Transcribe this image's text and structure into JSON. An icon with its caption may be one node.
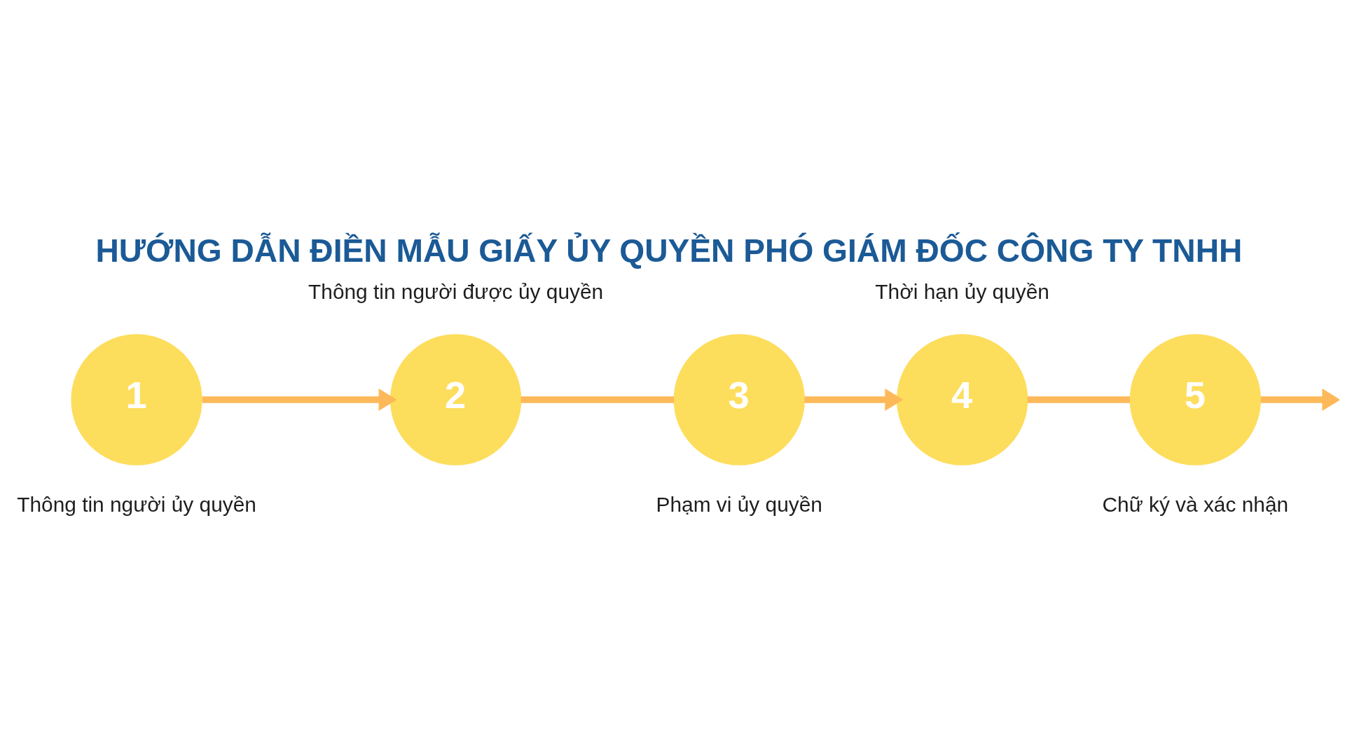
{
  "diagram": {
    "title": "HƯỚNG DẪN ĐIỀN MẪU GIẤY ỦY QUYỀN PHÓ GIÁM ĐỐC CÔNG TY TNHH",
    "nodes": [
      {
        "text": [
          "1"
        ],
        "beside": [
          "Thông tin người ủy quyền"
        ]
      },
      {
        "text": [
          "2"
        ],
        "beside": [
          "Thông tin người được ủy quyền"
        ]
      },
      {
        "text": [
          "3"
        ],
        "beside": [
          "Phạm vi ủy quyền"
        ]
      },
      {
        "text": [
          "4"
        ],
        "beside": [
          "Thời hạn ủy quyền"
        ]
      },
      {
        "text": [
          "5"
        ],
        "beside": [
          "Chữ ký và xác nhận"
        ]
      }
    ],
    "edges": [
      {
        "from": 0,
        "to": 1,
        "arrow": "to"
      },
      {
        "from": 1,
        "to": 2,
        "arrow": "none"
      },
      {
        "from": 2,
        "to": 3,
        "arrow": "to"
      },
      {
        "from": 3,
        "to": 4,
        "arrow": "none"
      },
      {
        "from": 4,
        "to": null,
        "arrow": "to"
      }
    ]
  }
}
